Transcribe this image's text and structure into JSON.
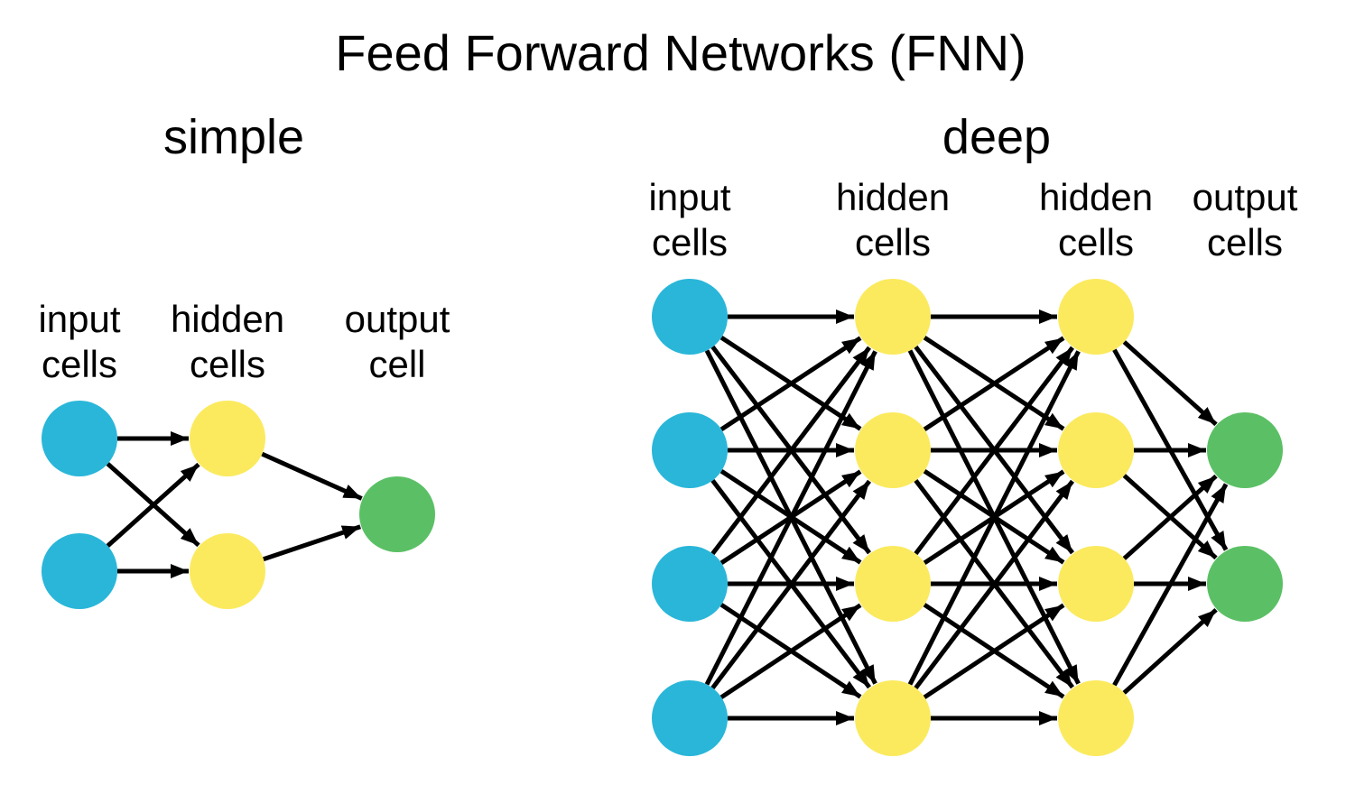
{
  "diagram": {
    "title": "Feed Forward Networks (FNN)",
    "colors": {
      "input": "#29b6d9",
      "hidden": "#fbea5e",
      "output": "#5bc065",
      "edge": "#000000",
      "background": "#ffffff"
    },
    "simple": {
      "label": "simple",
      "layers": [
        {
          "type": "input",
          "label_lines": [
            "input",
            "cells"
          ],
          "node_count": 2
        },
        {
          "type": "hidden",
          "label_lines": [
            "hidden",
            "cells"
          ],
          "node_count": 2
        },
        {
          "type": "output",
          "label_lines": [
            "output",
            "cell"
          ],
          "node_count": 1
        }
      ],
      "connectivity": "fully-connected"
    },
    "deep": {
      "label": "deep",
      "layers": [
        {
          "type": "input",
          "label_lines": [
            "input",
            "cells"
          ],
          "node_count": 4
        },
        {
          "type": "hidden",
          "label_lines": [
            "hidden",
            "cells"
          ],
          "node_count": 4
        },
        {
          "type": "hidden",
          "label_lines": [
            "hidden",
            "cells"
          ],
          "node_count": 4
        },
        {
          "type": "output",
          "label_lines": [
            "output",
            "cells"
          ],
          "node_count": 2
        }
      ],
      "connectivity": "fully-connected"
    }
  }
}
